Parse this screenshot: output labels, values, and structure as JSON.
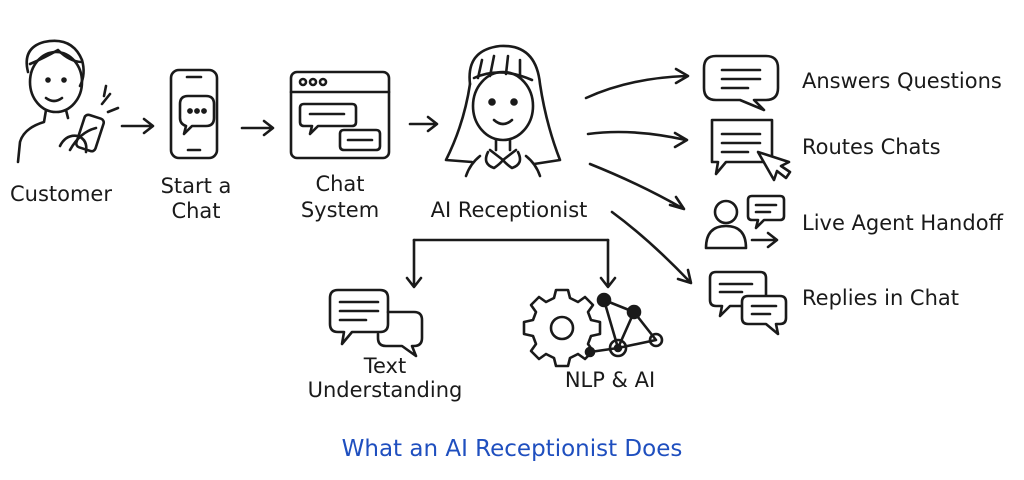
{
  "flow": {
    "customer": "Customer",
    "start_chat_line1": "Start a",
    "start_chat_line2": "Chat",
    "chat_system_line1": "Chat",
    "chat_system_line2": "System",
    "receptionist": "AI Receptionist"
  },
  "outcomes": [
    {
      "label": "Answers Questions",
      "icon": "speech-bubble-icon"
    },
    {
      "label": "Routes Chats",
      "icon": "chat-cursor-icon"
    },
    {
      "label": "Live Agent Handoff",
      "icon": "agent-handoff-icon"
    },
    {
      "label": "Replies in Chat",
      "icon": "double-bubble-icon"
    }
  ],
  "capabilities": {
    "text_line1": "Text",
    "text_line2": "Understanding",
    "nlp": "NLP & AI"
  },
  "title": "What an AI Receptionist Does",
  "colors": {
    "ink": "#1a1a1a",
    "title": "#1f4fbf",
    "background": "#ffffff"
  }
}
